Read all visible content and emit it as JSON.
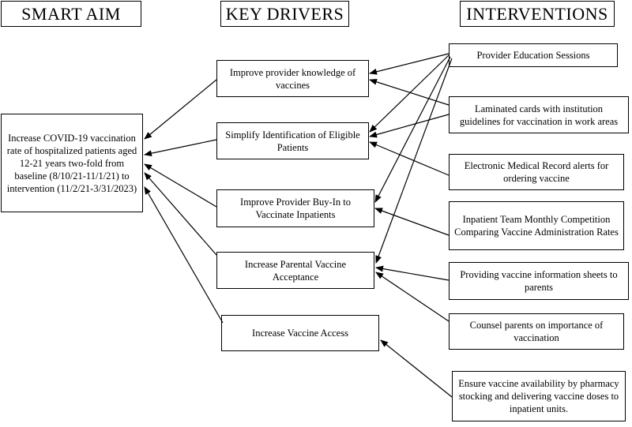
{
  "headers": {
    "smart_aim": "SMART AIM",
    "key_drivers": "KEY DRIVERS",
    "interventions": "INTERVENTIONS"
  },
  "smart_aim": "Increase COVID-19 vaccination rate of hospitalized patients aged 12-21 years two-fold from baseline (8/10/21-11/1/21) to intervention (11/2/21-3/31/2023)",
  "drivers": [
    "Improve provider knowledge of vaccines",
    "Simplify Identification of Eligible Patients",
    "Improve Provider Buy-In to Vaccinate Inpatients",
    "Increase Parental Vaccine Acceptance",
    "Increase Vaccine Access"
  ],
  "interventions": [
    "Provider Education Sessions",
    "Laminated cards with institution guidelines for vaccination in work areas",
    "Electronic Medical Record alerts for ordering vaccine",
    "Inpatient Team Monthly Competition Comparing Vaccine Administration Rates",
    "Providing vaccine information sheets to parents",
    "Counsel parents on importance of vaccination",
    "Ensure vaccine availability by pharmacy stocking and delivering vaccine doses to inpatient units."
  ]
}
